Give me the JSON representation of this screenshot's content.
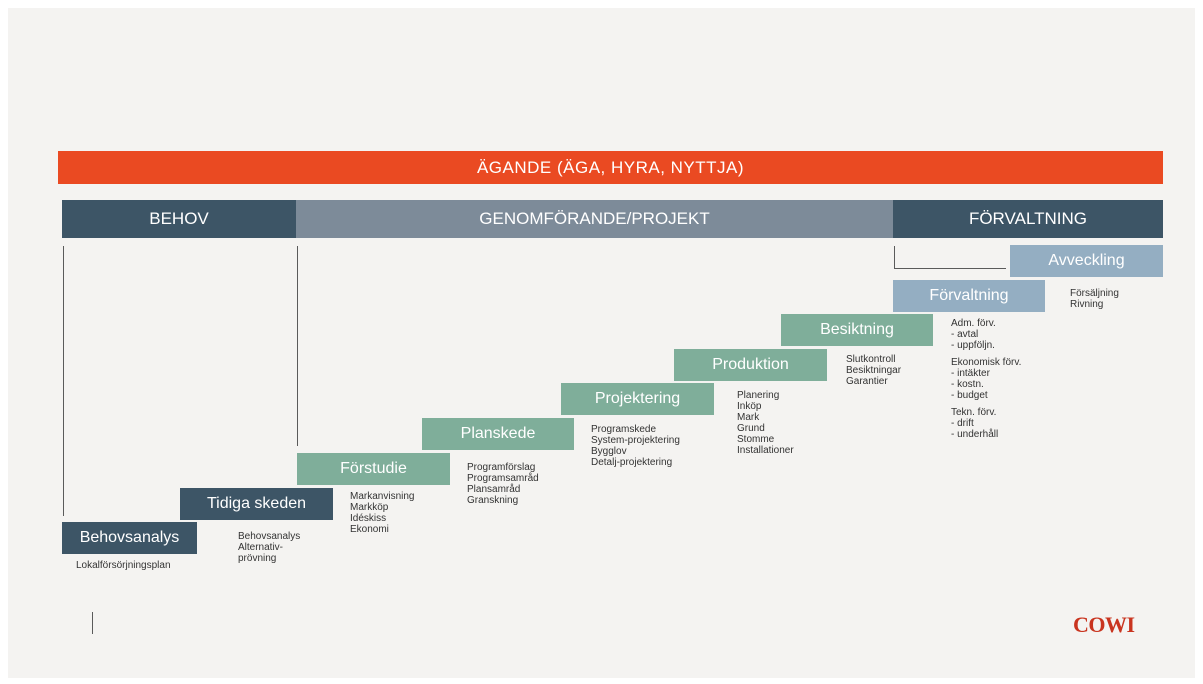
{
  "banner": "ÄGANDE (ÄGA, HYRA, NYTTJA)",
  "phases": [
    {
      "label": "BEHOV",
      "color": "#3d5566"
    },
    {
      "label": "GENOMFÖRANDE/PROJEKT",
      "color": "#7d8b99"
    },
    {
      "label": "FÖRVALTNING",
      "color": "#3d5566"
    }
  ],
  "steps": [
    {
      "label": "Behovsanalys",
      "color": "#3d5566"
    },
    {
      "label": "Tidiga skeden",
      "color": "#3d5566"
    },
    {
      "label": "Förstudie",
      "color": "#7fae9a"
    },
    {
      "label": "Planskede",
      "color": "#7fae9a"
    },
    {
      "label": "Projektering",
      "color": "#7fae9a"
    },
    {
      "label": "Produktion",
      "color": "#7fae9a"
    },
    {
      "label": "Besiktning",
      "color": "#7fae9a"
    },
    {
      "label": "Förvaltning",
      "color": "#94aec2"
    },
    {
      "label": "Avveckling",
      "color": "#94aec2"
    }
  ],
  "notes": {
    "behovsanalys": [
      "Lokalförsörjningsplan"
    ],
    "tidiga_skeden": [
      "Behovsanalys",
      "Alternativ-",
      "prövning"
    ],
    "forstudie": [
      "Markanvisning",
      "Markköp",
      "Idéskiss",
      "Ekonomi"
    ],
    "planskede": [
      "Programförslag",
      "Programsamråd",
      "Plansamråd",
      "Granskning"
    ],
    "projektering": [
      "Programskede",
      "System-projektering",
      "Bygglov",
      "Detalj-projektering"
    ],
    "produktion": [
      "Planering",
      "Inköp",
      "Mark",
      "Grund",
      "Stomme",
      "Installationer"
    ],
    "besiktning": [
      "Slutkontroll",
      "Besiktningar",
      "Garantier"
    ],
    "forvaltning": {
      "adm_title": "Adm. förv.",
      "adm_items": [
        "avtal",
        "uppföljn."
      ],
      "eko_title": "Ekonomisk förv.",
      "eko_items": [
        "intäkter",
        "kostn.",
        "budget"
      ],
      "tekn_title": "Tekn. förv.",
      "tekn_items": [
        "drift",
        "underhåll"
      ]
    },
    "avveckling": [
      "Försäljning",
      "Rivning"
    ]
  },
  "logo": "COWI",
  "colors": {
    "banner": "#ea4a22",
    "dark": "#3d5566",
    "mid": "#7d8b99",
    "green": "#7fae9a",
    "light": "#94aec2",
    "logo": "#c9341f"
  }
}
